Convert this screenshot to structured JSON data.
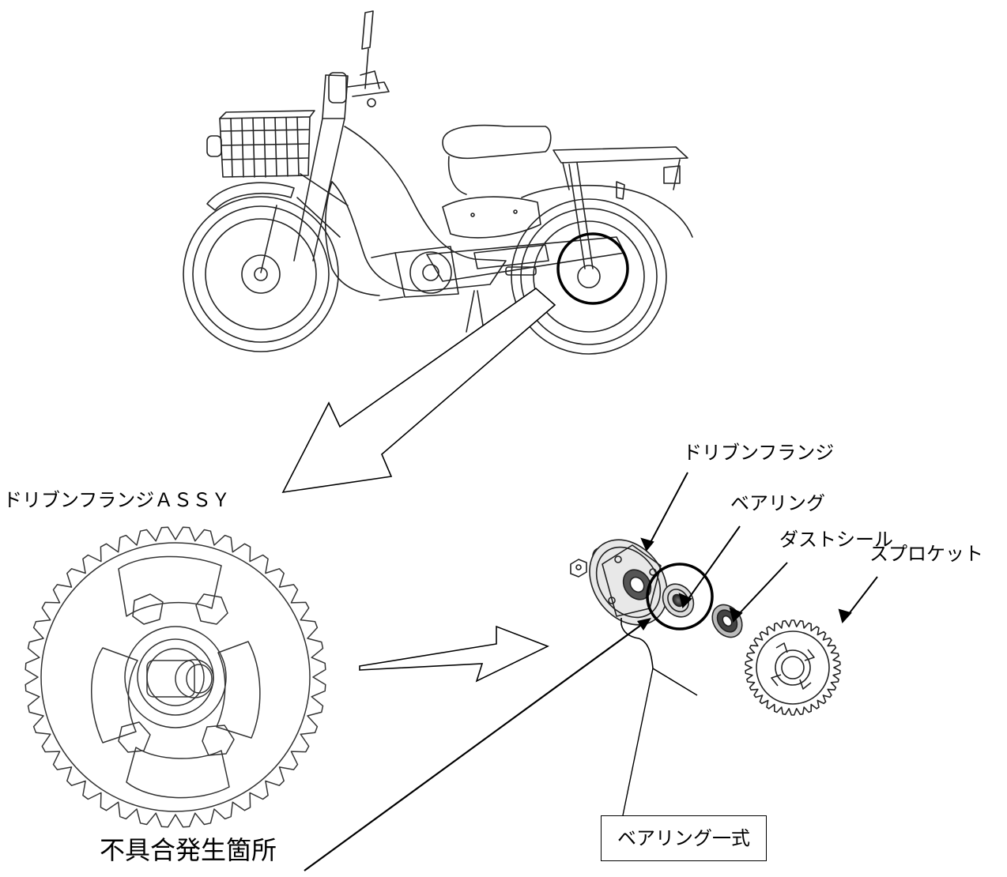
{
  "labels": {
    "assy": "ドリブンフランジＡＳＳＹ",
    "flange": "ドリブンフランジ",
    "bearing": "ベアリング",
    "dust_seal": "ダストシール",
    "sprocket": "スプロケット",
    "bearing_set": "ベアリング一式",
    "defect_location": "不具合発生箇所"
  },
  "illustrations": {
    "motorcycle": "motorcycle-side-view",
    "assy": "driven-flange-assy-sprocket",
    "exploded": "exploded-parts-view"
  }
}
